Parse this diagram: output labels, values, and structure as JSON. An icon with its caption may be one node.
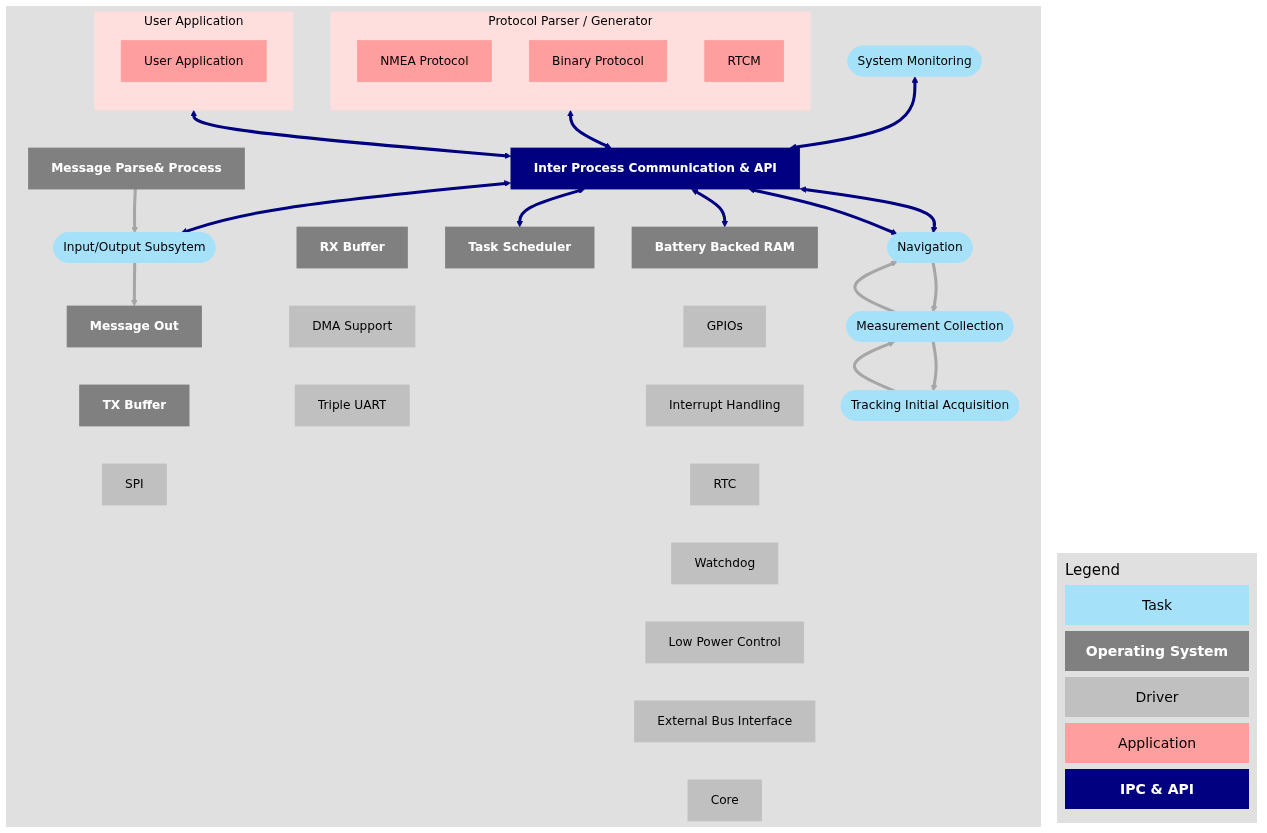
{
  "diagram": {
    "nodes": [
      {
        "text": [
          "Protocol Parser / Generator"
        ]
      },
      {
        "text": [
          "NMEA Protocol"
        ],
        "in": 0
      },
      {
        "text": [
          "Binary Protocol"
        ],
        "in": 0
      },
      {
        "text": [
          "RTCM"
        ],
        "in": 0
      },
      {
        "text": [
          "User Application"
        ]
      },
      {
        "text": [
          "User Application"
        ],
        "in": 4
      },
      {
        "text": [
          "System Monitoring"
        ]
      },
      {
        "text": [
          "Inter Process Communication & API"
        ]
      },
      {
        "text": [
          "Input/Output Subsytem"
        ]
      },
      {
        "text": [
          "Battery Backed RAM"
        ]
      },
      {
        "text": [
          "Task Scheduler"
        ]
      },
      {
        "text": [
          "Navigation"
        ]
      },
      {
        "text": [
          "Message Parse& Process"
        ]
      },
      {
        "text": [
          "Message Out"
        ]
      },
      {
        "text": [
          "RX Buffer"
        ]
      },
      {
        "text": [
          "TX Buffer"
        ]
      },
      {
        "text": [
          "DMA Support"
        ]
      },
      {
        "text": [
          "Triple UART"
        ]
      },
      {
        "text": [
          "SPI"
        ]
      },
      {
        "text": [
          "GPIOs"
        ]
      },
      {
        "text": [
          "Interrupt Handling"
        ]
      },
      {
        "text": [
          "RTC"
        ]
      },
      {
        "text": [
          "Watchdog"
        ]
      },
      {
        "text": [
          "Low Power Control"
        ]
      },
      {
        "text": [
          "External Bus Interface"
        ]
      },
      {
        "text": [
          "Core"
        ]
      },
      {
        "text": [
          "Measurement Collection"
        ]
      },
      {
        "text": [
          "Tracking Initial Acquisition"
        ]
      }
    ],
    "edges": [
      {
        "from": 6,
        "to": 7,
        "arrow": "both"
      },
      {
        "from": 0,
        "to": 7,
        "arrow": "both"
      },
      {
        "from": 4,
        "to": 7,
        "arrow": "both"
      },
      {
        "from": 7,
        "to": 8,
        "arrow": "both"
      },
      {
        "from": 7,
        "to": 9,
        "arrow": "both"
      },
      {
        "from": 7,
        "to": 10,
        "arrow": "both"
      },
      {
        "from": 7,
        "to": 11,
        "arrow": "both"
      },
      {
        "from": 7,
        "to": 11,
        "arrow": "both"
      },
      {
        "from": 12,
        "to": 8,
        "arrow": "to",
        "color": "#a6a6a6"
      },
      {
        "from": 8,
        "to": 13,
        "arrow": "to",
        "color": "#a6a6a6"
      },
      {
        "from": 26,
        "to": 11,
        "arrow": "to",
        "color": "#a6a6a6"
      },
      {
        "from": 11,
        "to": 26,
        "arrow": "to",
        "color": "#a6a6a6"
      },
      {
        "from": 27,
        "to": 26,
        "arrow": "to",
        "color": "#a6a6a6"
      },
      {
        "from": 26,
        "to": 27,
        "arrow": "to",
        "color": "#a6a6a6"
      }
    ],
    "labels": [
      "Legend"
    ],
    "legend": [
      {
        "text": "Task",
        "color": "#a6e1fa"
      },
      {
        "text": "Operating System",
        "color": "#808080"
      },
      {
        "text": "Driver",
        "color": "#c0c0c0"
      },
      {
        "text": "Application",
        "color": "#ff9e9e"
      },
      {
        "text": "IPC & API",
        "color": "#000080"
      }
    ]
  }
}
